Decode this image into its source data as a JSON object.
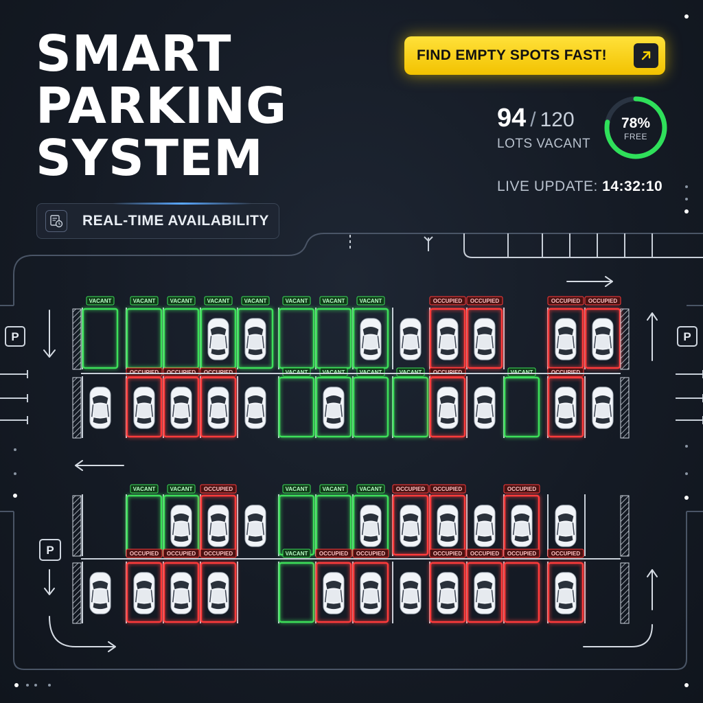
{
  "title_lines": [
    "SMART",
    "PARKING",
    "SYSTEM"
  ],
  "badge": {
    "label": "REAL-TIME AVAILABILITY",
    "icon": "calendar-clock-icon"
  },
  "cta": {
    "label": "FIND EMPTY SPOTS FAST!",
    "icon": "arrow-up-right-icon"
  },
  "stats": {
    "vacant": "94",
    "separator": "/",
    "total": "120",
    "lots_label": "LOTS VACANT",
    "percent_free": "78%",
    "percent_value": 78,
    "free_label": "FREE",
    "live_label": "LIVE UPDATE:",
    "live_time": "14:32:10"
  },
  "status_labels": {
    "vacant": "VACANT",
    "occupied": "OCCUPIED"
  },
  "parking_signs": [
    "P",
    "P",
    "P"
  ],
  "colors": {
    "vacant": "#3ee05a",
    "occupied": "#ff3b3b",
    "accent": "#ffd400",
    "gauge": "#2fe05a",
    "background": "#151b25"
  }
}
